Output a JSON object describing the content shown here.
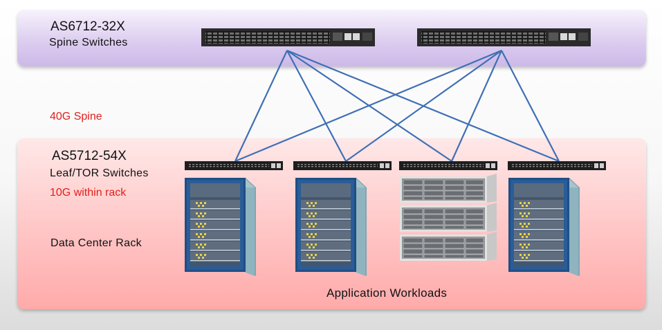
{
  "spine": {
    "model": "AS6712-32X",
    "label": "Spine Switches",
    "link_speed": "40G Spine",
    "switch_icon": "spine-switch-icon"
  },
  "leaf": {
    "model": "AS5712-54X",
    "label": "Leaf/TOR Switches",
    "link_speed": "10G within rack",
    "switch_icon": "leaf-switch-icon"
  },
  "rack_label": "Data Center Rack",
  "workloads_label": "Application Workloads",
  "colors": {
    "spine_band": "#dacbef",
    "leaf_band": "#ffc8c8",
    "link": "#3f6fb5",
    "speed_text": "#e0201c",
    "rack_front": "#1f4e86",
    "rack_side": "#7fa6b3"
  },
  "racks": [
    {
      "kind": "server-rack",
      "icon": "server-rack-icon"
    },
    {
      "kind": "server-rack",
      "icon": "server-rack-icon"
    },
    {
      "kind": "storage-array",
      "icon": "storage-array-icon"
    },
    {
      "kind": "server-rack",
      "icon": "server-rack-icon"
    }
  ]
}
